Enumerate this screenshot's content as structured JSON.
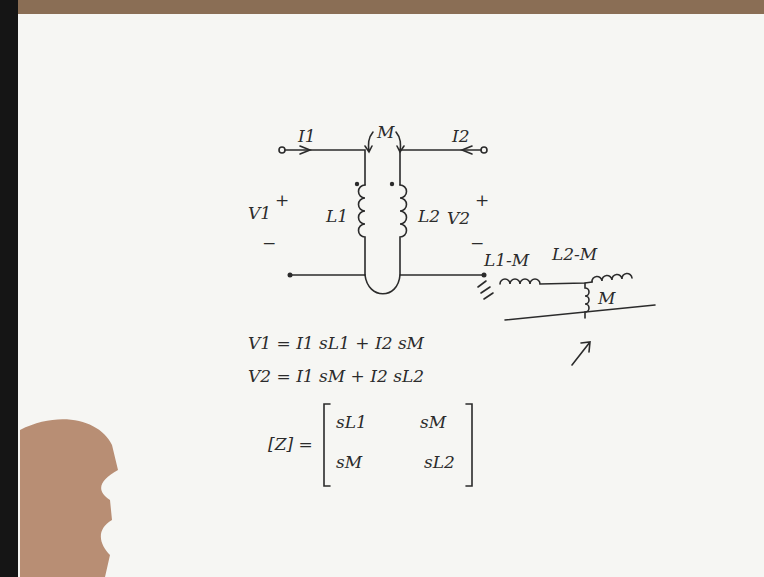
{
  "diagram": {
    "labels": [
      "I1",
      "M",
      "I2",
      "V1",
      "+",
      "−",
      "L1",
      "L2",
      "V2",
      "+",
      "−",
      "L1-M",
      "L2-M",
      "M",
      "V1 = I1 sL1 + I2 sM",
      "V2 = I1 sM + I2 sL2",
      "[Z] =",
      "sL1",
      "sM",
      "sM",
      "sL2"
    ]
  }
}
